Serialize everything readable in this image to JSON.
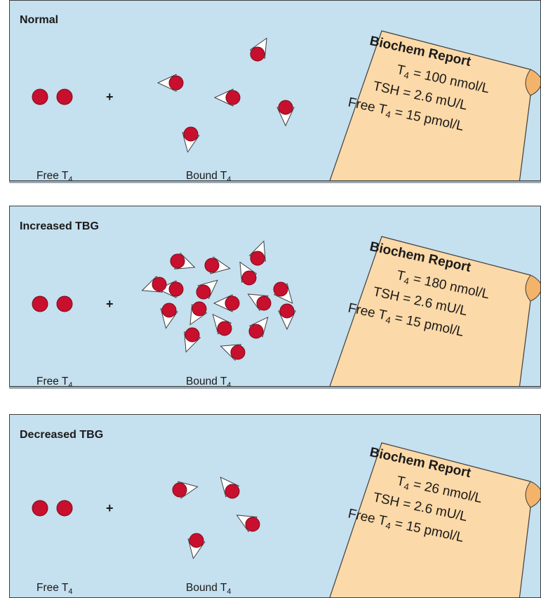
{
  "panels": [
    {
      "title": "Normal",
      "free_label": "Free T",
      "bound_label": "Bound T",
      "subscript": "4",
      "plus": "+",
      "report": {
        "title": "Biochem Report",
        "t4": "T",
        "t4_value": " = 100 nmol/L",
        "tsh": "TSH = 2.6 mU/L",
        "free_t4": "Free T",
        "free_t4_value": " = 15 pmol/L"
      }
    },
    {
      "title": "Increased TBG",
      "free_label": "Free T",
      "bound_label": "Bound T",
      "subscript": "4",
      "plus": "+",
      "report": {
        "title": "Biochem Report",
        "t4": "T",
        "t4_value": " = 180 nmol/L",
        "tsh": "TSH = 2.6 mU/L",
        "free_t4": "Free T",
        "free_t4_value": " = 15 pmol/L"
      }
    },
    {
      "title": "Decreased TBG",
      "free_label": "Free T",
      "bound_label": "Bound T",
      "subscript": "4",
      "plus": "+",
      "report": {
        "title": "Biochem Report",
        "t4": "T",
        "t4_value": " = 26 nmol/L",
        "tsh": "TSH = 2.6 mU/L",
        "free_t4": "Free T",
        "free_t4_value": " = 15 pmol/L"
      }
    }
  ],
  "colors": {
    "panel_bg": "#c5e0ef",
    "molecule": "#c8102e",
    "binder": "#ffffff",
    "paper": "#fcd9a8",
    "border": "#3e3e3e"
  }
}
